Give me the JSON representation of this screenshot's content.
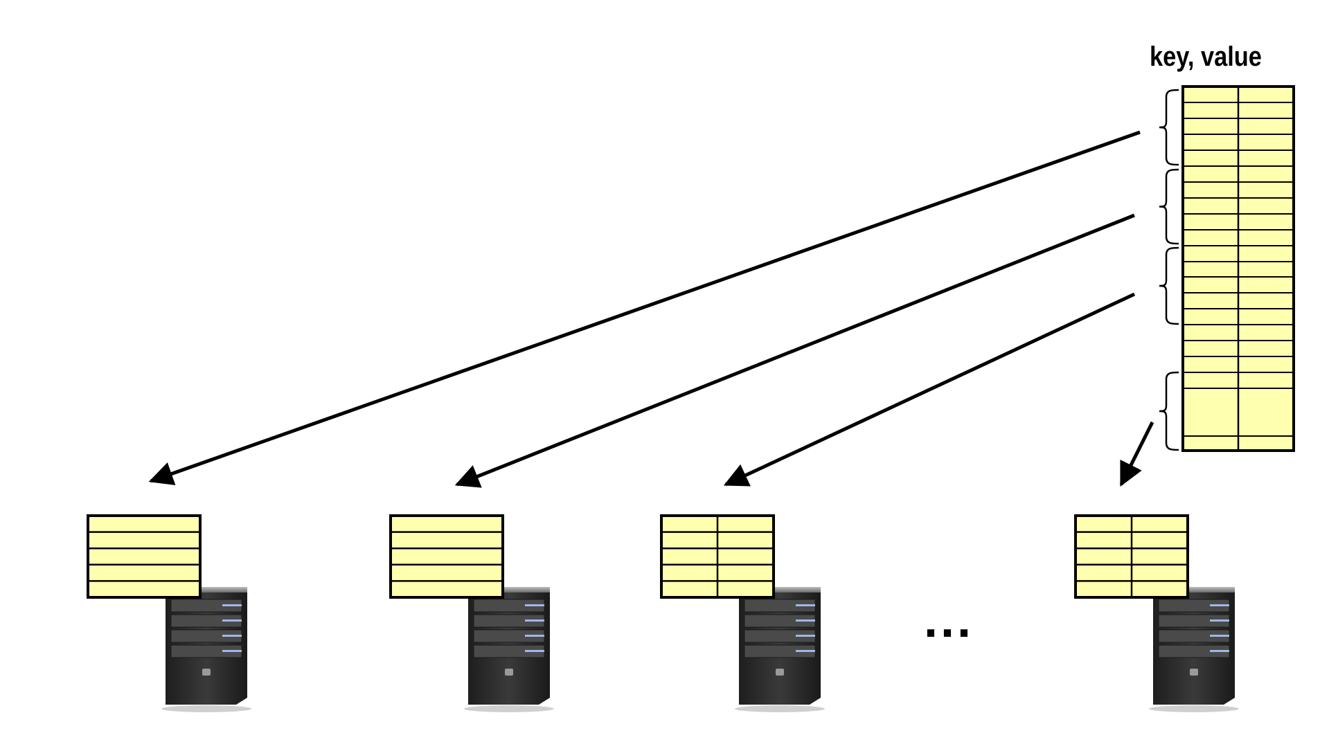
{
  "header_label": "key, value",
  "ellipsis": "...",
  "colors": {
    "cell_fill": "#ffffb0",
    "line": "#000000",
    "server_dark": "#2c2c2c",
    "server_mid": "#4a4a4a",
    "server_light_stripe": "#9fb8e8"
  },
  "source_table": {
    "rows": 22,
    "columns": 2,
    "groups": 4
  },
  "servers": [
    {
      "columns": 1,
      "rows": 5
    },
    {
      "columns": 1,
      "rows": 5
    },
    {
      "columns": 2,
      "rows": 5
    },
    {
      "columns": 2,
      "rows": 5
    }
  ]
}
